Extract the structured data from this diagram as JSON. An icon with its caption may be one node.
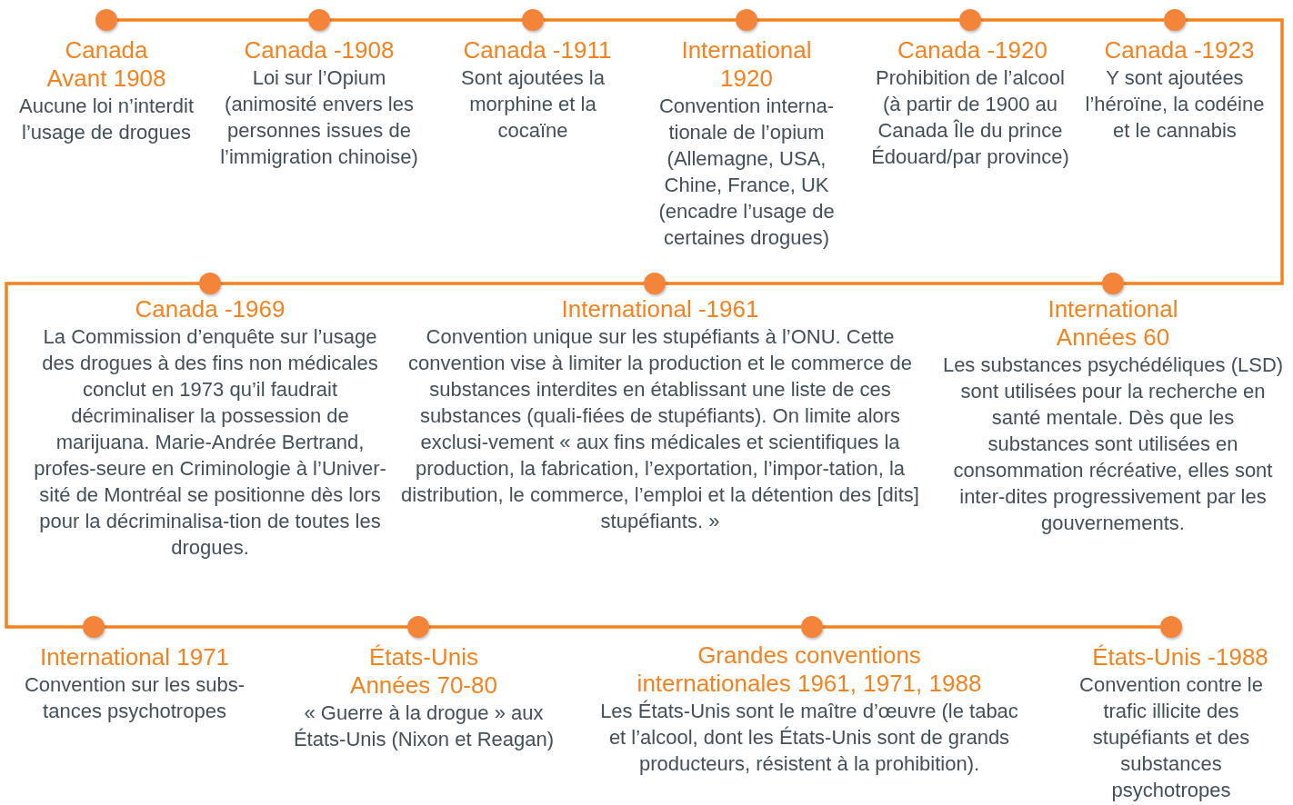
{
  "diagram": {
    "nodes": [
      {
        "text": [],
        "shape": "circle",
        "beside": [
          "Canada Avant 1908",
          "Aucune loi n’interdit l’usage de drogues"
        ]
      },
      {
        "text": [],
        "shape": "circle",
        "beside": [
          "Canada -1908",
          "Loi sur l’Opium (animosité envers les personnes issues de l’immigration chinoise)"
        ]
      },
      {
        "text": [],
        "shape": "circle",
        "beside": [
          "Canada -1911",
          "Sont ajoutées la morphine et la cocaïne"
        ]
      },
      {
        "text": [],
        "shape": "circle",
        "beside": [
          "International 1920",
          "Convention interna-tionale de l’opium (Allemagne, USA, Chine, France, UK (encadre l’usage de certaines drogues)"
        ]
      },
      {
        "text": [],
        "shape": "circle",
        "beside": [
          "Canada -1920",
          "Prohibition de l’alcool (à partir de 1900 au Canada Île du prince Édouard/par province)"
        ]
      },
      {
        "text": [],
        "shape": "circle",
        "beside": [
          "Canada -1923",
          "Y sont ajoutées l’héroïne, la codéine et le cannabis"
        ]
      },
      {
        "text": [],
        "shape": "circle",
        "beside": [
          "Canada -1969",
          "La Commission d’enquête sur l’usage des drogues à des fins non médicales conclut en 1973 qu’il faudrait décriminaliser la possession de marijuana. Marie-Andrée Bertrand, profes-seure en Criminologie à l’Univer-sité de Montréal se positionne dès lors pour la décriminalisa-tion de toutes les drogues."
        ]
      },
      {
        "text": [],
        "shape": "circle",
        "beside": [
          "International -1961",
          "Convention unique sur les stupéfiants à l’ONU. Cette convention vise à limiter la production et le commerce de substances interdites en établissant une liste de ces substances (quali-fiées de stupéfiants). On limite alors exclusi-vement « aux fins médicales et scientifiques la production, la fabrication, l’exportation, l’impor-tation, la distribution, le commerce, l’emploi et la détention des [dits] stupéfiants. »"
        ]
      },
      {
        "text": [],
        "shape": "circle",
        "beside": [
          "International Années 60",
          "Les substances psychédéliques (LSD) sont utilisées pour la recherche en santé mentale. Dès que les substances sont utilisées en consommation récréative, elles sont inter-dites progressivement par les gouvernements."
        ]
      },
      {
        "text": [],
        "shape": "circle",
        "beside": [
          "International 1971",
          "Convention sur les subs-tances psychotropes"
        ]
      },
      {
        "text": [],
        "shape": "circle",
        "beside": [
          "États-Unis Années 70-80",
          "« Guerre à la drogue » aux États-Unis (Nixon et Reagan)"
        ]
      },
      {
        "text": [],
        "shape": "circle",
        "beside": [
          "Grandes conventions internationales 1961, 1971, 1988",
          "Les États-Unis sont le maître d’œuvre (le tabac et l’alcool, dont les États-Unis sont de grands producteurs, résistent à la prohibition)."
        ]
      },
      {
        "text": [],
        "shape": "circle",
        "beside": [
          "États-Unis -1988",
          "Convention contre le trafic illicite des stupéfiants et des substances psychotropes"
        ]
      }
    ],
    "edges": [
      {
        "from": 0,
        "to": 1,
        "arrow": "none"
      },
      {
        "from": 1,
        "to": 2,
        "arrow": "none"
      },
      {
        "from": 2,
        "to": 3,
        "arrow": "none"
      },
      {
        "from": 3,
        "to": 4,
        "arrow": "none"
      },
      {
        "from": 4,
        "to": 5,
        "arrow": "none"
      },
      {
        "from": 5,
        "to": 8,
        "arrow": "none"
      },
      {
        "from": 8,
        "to": 7,
        "arrow": "none"
      },
      {
        "from": 7,
        "to": 6,
        "arrow": "none"
      },
      {
        "from": 6,
        "to": 9,
        "arrow": "none"
      },
      {
        "from": 9,
        "to": 10,
        "arrow": "none"
      },
      {
        "from": 10,
        "to": 11,
        "arrow": "none"
      },
      {
        "from": 11,
        "to": 12,
        "arrow": "none"
      }
    ]
  }
}
